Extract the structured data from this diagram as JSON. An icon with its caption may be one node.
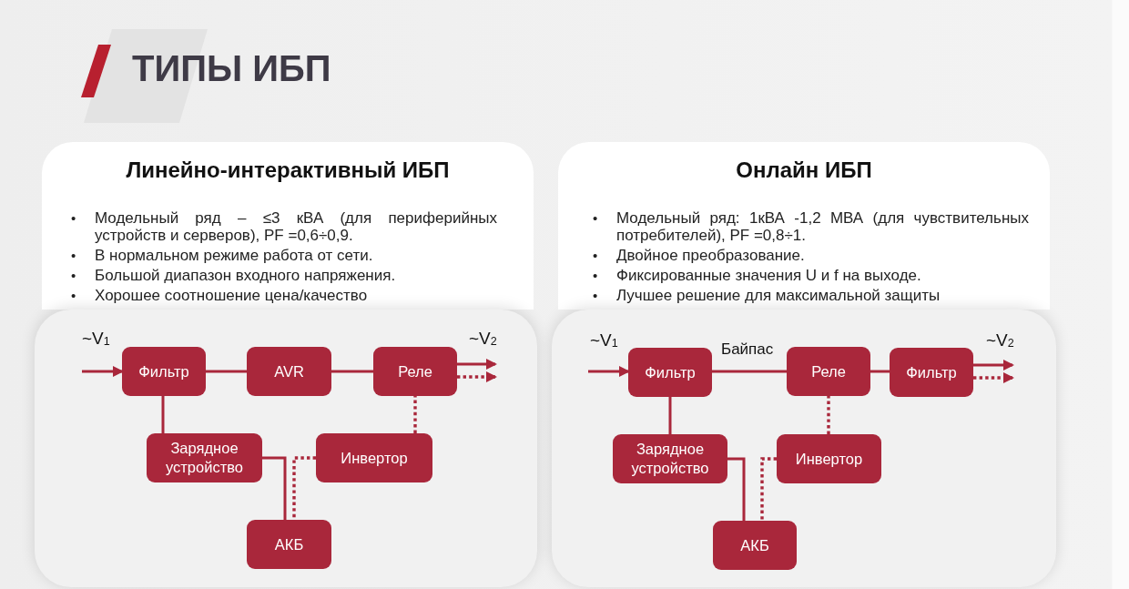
{
  "diagram": {
    "title": "ТИПЫ ИБП",
    "nodes": [
      {
        "text": [
          "Линейно-интерактивный ИБП",
          "•",
          "Модельный ряд – ≤3 кВА (для периферийных устройств и серверов), PF =0,6÷0,9.",
          "•",
          "В нормальном режиме работа от сети.",
          "•",
          "Большой диапазон входного напряжения.",
          "•",
          "Хорошее соотношение цена/качество"
        ]
      },
      {
        "text": [],
        "shape": "box"
      },
      {
        "text": [
          "Фильтр"
        ],
        "in": 1
      },
      {
        "text": [
          "AVR"
        ],
        "in": 1
      },
      {
        "text": [
          "Реле"
        ],
        "in": 1
      },
      {
        "text": [
          "Зарядное устройство"
        ],
        "in": 1
      },
      {
        "text": [
          "Инвертор"
        ],
        "in": 1
      },
      {
        "text": [
          "АКБ"
        ],
        "in": 1
      },
      {
        "text": [
          "Онлайн ИБП",
          "•",
          "Модельный ряд: 1кВА -1,2 МВА (для чувствительных потребителей), PF =0,8÷1.",
          "•",
          "Двойное преобразование.",
          "•",
          "Фиксированные значения U и f на выходе.",
          "•",
          "Лучшее решение для максимальной защиты"
        ]
      },
      {
        "text": [],
        "shape": "box"
      },
      {
        "text": [
          "Фильтр"
        ],
        "in": 9
      },
      {
        "text": [
          "Реле"
        ],
        "in": 9
      },
      {
        "text": [
          "Фильтр"
        ],
        "in": 9
      },
      {
        "text": [
          "Зарядное устройство"
        ],
        "in": 9
      },
      {
        "text": [
          "Инвертор"
        ],
        "in": 9
      },
      {
        "text": [
          "АКБ"
        ],
        "in": 9
      }
    ],
    "edges": [
      {
        "from": null,
        "to": 2,
        "arrow": "to",
        "label": "~V$_{1}$"
      },
      {
        "from": 2,
        "to": 3,
        "arrow": "none"
      },
      {
        "from": 3,
        "to": 4,
        "arrow": "none"
      },
      {
        "from": 4,
        "to": null,
        "arrow": "to",
        "label": "~V$_{2}$"
      },
      {
        "from": 4,
        "to": null,
        "arrow": "to",
        "style": "dashed"
      },
      {
        "from": 2,
        "to": 5,
        "arrow": "none"
      },
      {
        "from": 5,
        "to": 7,
        "arrow": "none"
      },
      {
        "from": 6,
        "to": 7,
        "arrow": "none",
        "style": "dashed"
      },
      {
        "from": 6,
        "to": 4,
        "arrow": "none",
        "style": "dashed"
      },
      {
        "from": null,
        "to": 10,
        "arrow": "to",
        "label": "~V$_{1}$"
      },
      {
        "from": 10,
        "to": 11,
        "arrow": "none",
        "label": "Байпас"
      },
      {
        "from": 11,
        "to": 12,
        "arrow": "none"
      },
      {
        "from": 12,
        "to": null,
        "arrow": "to",
        "label": "~V$_{2}$"
      },
      {
        "from": 12,
        "to": null,
        "arrow": "to",
        "style": "dashed"
      },
      {
        "from": 10,
        "to": 13,
        "arrow": "none"
      },
      {
        "from": 13,
        "to": 15,
        "arrow": "none"
      },
      {
        "from": 14,
        "to": 15,
        "arrow": "none",
        "style": "dashed"
      },
      {
        "from": 14,
        "to": 11,
        "arrow": "none",
        "style": "dashed"
      }
    ]
  }
}
